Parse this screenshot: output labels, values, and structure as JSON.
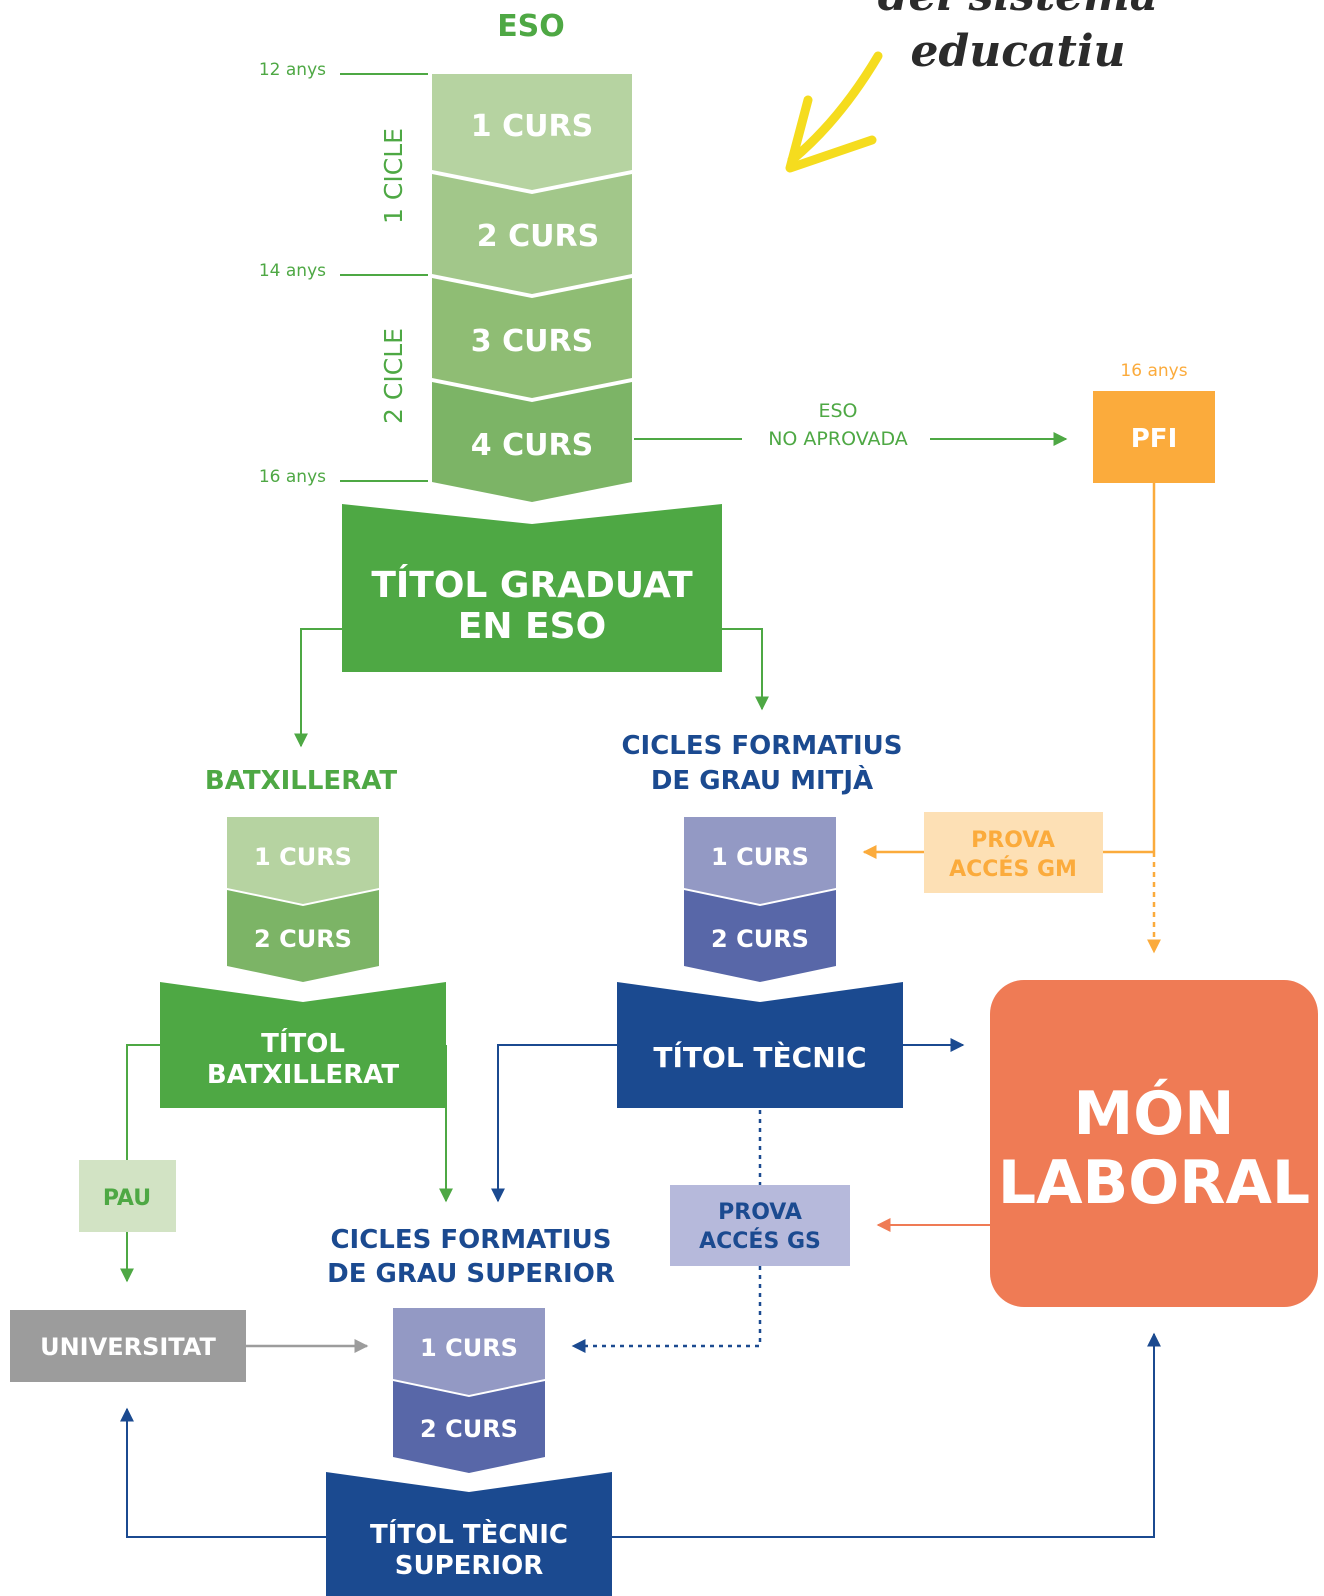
{
  "colors": {
    "green_dark": "#4ea844",
    "green_1": "#b6d3a1",
    "green_2": "#a2c78a",
    "green_3": "#8fbd74",
    "green_4": "#7cb466",
    "blue_dark": "#1b4a90",
    "blue_light": "#9399c4",
    "blue_mid": "#5867a8",
    "blue_box": "#b6b9db",
    "orange": "#fbab3c",
    "orange_light": "#fde0b5",
    "coral": "#ef7b55",
    "grey": "#9c9c9c",
    "green_pale": "#d2e3c4",
    "yellow": "#f5dc1e"
  },
  "heading": {
    "line1": "del sistema",
    "line2": "educatiu"
  },
  "eso": {
    "title": "ESO",
    "age_12": "12 anys",
    "age_14": "14 anys",
    "age_16": "16 anys",
    "cycle_1": "1 CICLE",
    "cycle_2": "2 CICLE",
    "course_1": "1 CURS",
    "course_2": "2 CURS",
    "course_3": "3 CURS",
    "course_4": "4 CURS",
    "title_degree_line1": "TÍTOL GRADUAT",
    "title_degree_line2": "EN ESO",
    "not_passed_line1": "ESO",
    "not_passed_line2": "NO APROVADA"
  },
  "pfi": {
    "age": "16 anys",
    "label": "PFI"
  },
  "batxillerat": {
    "title": "BATXILLERAT",
    "course_1": "1 CURS",
    "course_2": "2 CURS",
    "degree_line1": "TÍTOL",
    "degree_line2": "BATXILLERAT",
    "pau": "PAU"
  },
  "grau_mitja": {
    "title_line1": "CICLES FORMATIUS",
    "title_line2": "DE GRAU MITJÀ",
    "course_1": "1 CURS",
    "course_2": "2 CURS",
    "degree": "TÍTOL TÈCNIC",
    "access_line1": "PROVA",
    "access_line2": "ACCÉS GM"
  },
  "grau_superior": {
    "title_line1": "CICLES FORMATIUS",
    "title_line2": "DE GRAU SUPERIOR",
    "course_1": "1 CURS",
    "course_2": "2 CURS",
    "degree_line1": "TÍTOL TÈCNIC",
    "degree_line2": "SUPERIOR",
    "access_line1": "PROVA",
    "access_line2": "ACCÉS GS"
  },
  "universitat": "UNIVERSITAT",
  "mon_laboral": {
    "line1": "MÓN",
    "line2": "LABORAL"
  }
}
